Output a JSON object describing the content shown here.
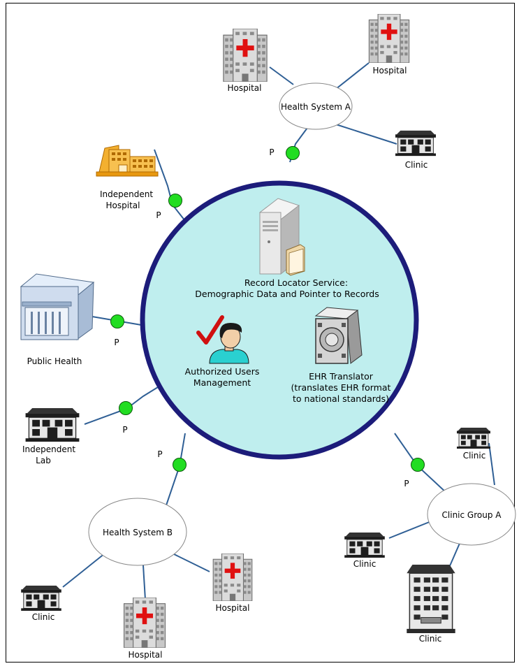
{
  "colors": {
    "hub_fill": "#bfeeee",
    "hub_stroke": "#1c1c7a",
    "link_stroke": "#2f5f95",
    "port_fill": "#22dd22",
    "hospital_cross": "#e01010",
    "independent_hospital": "#f0a020",
    "check_mark": "#d01010"
  },
  "hub": {
    "service_title": "Record Locator Service:",
    "service_subtitle": "Demographic Data and Pointer to Records",
    "users_line1": "Authorized Users",
    "users_line2": "Management",
    "translator_line1": "EHR Translator",
    "translator_line2": "(translates EHR format",
    "translator_line3": "to national standards)"
  },
  "port_label": "P",
  "health_system_a": {
    "name": "Health System A",
    "hospital_1": "Hospital",
    "hospital_2": "Hospital",
    "clinic": "Clinic"
  },
  "independent_hospital": {
    "line1": "Independent",
    "line2": "Hospital"
  },
  "public_health": {
    "label": "Public Health"
  },
  "independent_lab": {
    "line1": "Independent",
    "line2": "Lab"
  },
  "health_system_b": {
    "name": "Health System B",
    "clinic": "Clinic",
    "hospital_1": "Hospital",
    "hospital_2": "Hospital"
  },
  "clinic_group_a": {
    "name": "Clinic Group A",
    "clinic_1": "Clinic",
    "clinic_2": "Clinic",
    "clinic_3": "Clinic"
  }
}
